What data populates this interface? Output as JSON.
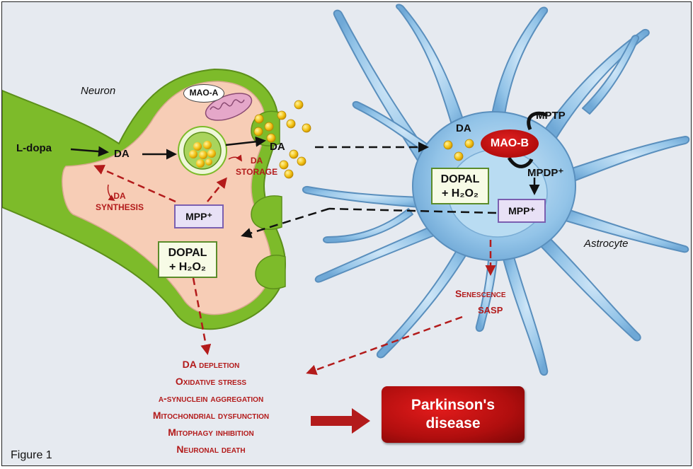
{
  "labels": {
    "neuron": "Neuron",
    "astrocyte": "Astrocyte",
    "ldopa": "L-dopa",
    "da_neuron": "DA",
    "da_release": "DA",
    "da_astro": "DA",
    "mptp": "MPTP",
    "mpdp": "MPDP⁺",
    "da_storage_1": "DA",
    "da_storage_2": "STORAGE",
    "da_synthesis_1": "DA",
    "da_synthesis_2": "SYNTHESIS",
    "senescence": "Senescence",
    "sasp": "SASP",
    "figure": "Figure 1"
  },
  "enzymes": {
    "mao_a": "MAO-A",
    "mao_b": "MAO-B"
  },
  "boxes": {
    "mpp_neuron": "MPP⁺",
    "mpp_astro": "MPP⁺",
    "dopal_neuron_1": "DOPAL",
    "dopal_neuron_2": "+ H₂O₂",
    "dopal_astro_1": "DOPAL",
    "dopal_astro_2": "+ H₂O₂"
  },
  "effects": [
    "DA depletion",
    "Oxidative stress",
    "α-synuclein aggregation",
    "Mitochondrial dysfunction",
    "Mitophagy inhibition",
    "Neuronal death"
  ],
  "outcome": "Parkinson's disease",
  "colors": {
    "neuron_membrane": "#7dbb2a",
    "neuron_cytoplasm": "#f7cdb6",
    "astrocyte_fill": "#8fc2e6",
    "astrocyte_stroke": "#5a8fbd",
    "effect_red": "#b31b1b",
    "dopamine_vesicle": "#f3c316"
  }
}
